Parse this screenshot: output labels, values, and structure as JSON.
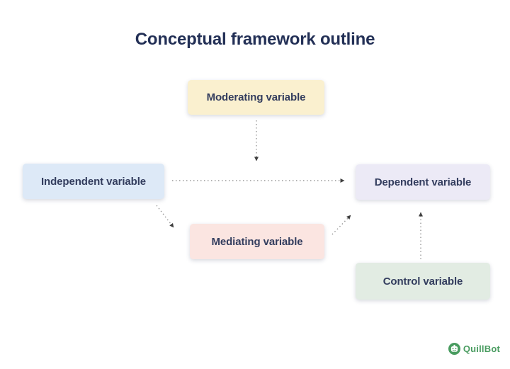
{
  "title": "Conceptual framework outline",
  "diagram": {
    "nodes": [
      {
        "id": "moderating",
        "label": "Moderating variable",
        "fill": "#faf0cf"
      },
      {
        "id": "independent",
        "label": "Independent variable",
        "fill": "#dde9f7"
      },
      {
        "id": "dependent",
        "label": "Dependent variable",
        "fill": "#eceaf6"
      },
      {
        "id": "mediating",
        "label": "Mediating variable",
        "fill": "#fbe5e1"
      },
      {
        "id": "control",
        "label": "Control variable",
        "fill": "#e2ece3"
      }
    ],
    "edges": [
      {
        "from": "moderating",
        "to": "independent-dependent arrow",
        "style": "dotted"
      },
      {
        "from": "independent",
        "to": "dependent",
        "style": "dotted"
      },
      {
        "from": "independent",
        "to": "mediating",
        "style": "dotted"
      },
      {
        "from": "mediating",
        "to": "dependent",
        "style": "dotted"
      },
      {
        "from": "control",
        "to": "dependent",
        "style": "dotted"
      }
    ],
    "edge_line_color": "#9a9a9a",
    "edge_arrowhead_color": "#3f3f3f",
    "title_color": "#233056",
    "node_text_color": "#333d5e"
  },
  "branding": {
    "logo_text": "QuillBot",
    "logo_color": "#499c60"
  }
}
